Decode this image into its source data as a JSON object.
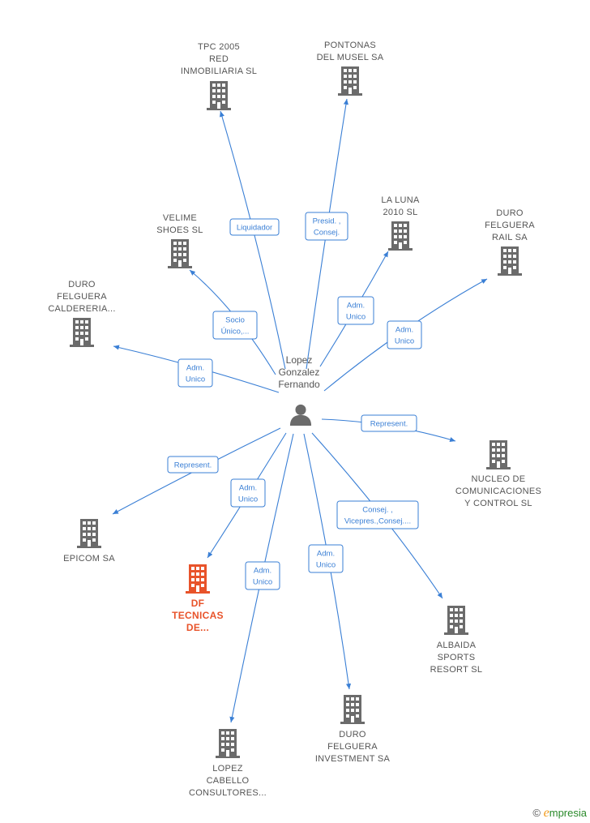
{
  "center": {
    "lines": [
      "Lopez",
      "Gonzalez",
      "Fernando"
    ]
  },
  "nodes": [
    {
      "id": "tpc",
      "lines": [
        "TPC 2005",
        "RED",
        "INMOBILIARIA SL"
      ]
    },
    {
      "id": "pontonas",
      "lines": [
        "PONTONAS",
        "DEL MUSEL SA"
      ]
    },
    {
      "id": "laluna",
      "lines": [
        "LA LUNA",
        "2010 SL"
      ]
    },
    {
      "id": "rail",
      "lines": [
        "DURO",
        "FELGUERA",
        "RAIL SA"
      ]
    },
    {
      "id": "velime",
      "lines": [
        "VELIME",
        "SHOES SL"
      ]
    },
    {
      "id": "calderia",
      "lines": [
        "DURO",
        "FELGUERA",
        "CALDERERIA..."
      ]
    },
    {
      "id": "nucleo",
      "lines": [
        "NUCLEO DE",
        "COMUNICACIONES",
        "Y CONTROL SL"
      ]
    },
    {
      "id": "epicom",
      "lines": [
        "EPICOM SA"
      ]
    },
    {
      "id": "df",
      "lines": [
        "DF",
        "TECNICAS",
        "DE..."
      ],
      "highlight": true
    },
    {
      "id": "albaida",
      "lines": [
        "ALBAIDA",
        "SPORTS",
        "RESORT SL"
      ]
    },
    {
      "id": "investment",
      "lines": [
        "DURO",
        "FELGUERA",
        "INVESTMENT SA"
      ]
    },
    {
      "id": "lopezcab",
      "lines": [
        "LOPEZ",
        "CABELLO",
        "CONSULTORES..."
      ]
    }
  ],
  "edges": [
    {
      "to": "tpc",
      "lines": [
        "Liquidador"
      ]
    },
    {
      "to": "pontonas",
      "lines": [
        "Presid. ,",
        "Consej."
      ]
    },
    {
      "to": "laluna",
      "lines": [
        "Adm.",
        "Unico"
      ]
    },
    {
      "to": "rail",
      "lines": [
        "Adm.",
        "Unico"
      ]
    },
    {
      "to": "velime",
      "lines": [
        "Socio",
        "Único,..."
      ]
    },
    {
      "to": "calderia",
      "lines": [
        "Adm.",
        "Unico"
      ]
    },
    {
      "to": "nucleo",
      "lines": [
        "Represent."
      ]
    },
    {
      "to": "epicom",
      "lines": [
        "Represent."
      ]
    },
    {
      "to": "df",
      "lines": [
        "Adm.",
        "Unico"
      ]
    },
    {
      "to": "albaida",
      "lines": [
        "Consej. ,",
        "Vicepres.,Consej...."
      ]
    },
    {
      "to": "investment",
      "lines": [
        "Adm.",
        "Unico"
      ]
    },
    {
      "to": "lopezcab",
      "lines": [
        "Adm.",
        "Unico"
      ]
    }
  ],
  "colors": {
    "edge": "#3a7fd5",
    "building": "#6b6b6b",
    "highlight": "#e8532a"
  },
  "icons": {
    "company": "building-icon",
    "person": "person-icon"
  },
  "brand": {
    "copyright": "©",
    "initial": "e",
    "rest": "mpresia"
  }
}
